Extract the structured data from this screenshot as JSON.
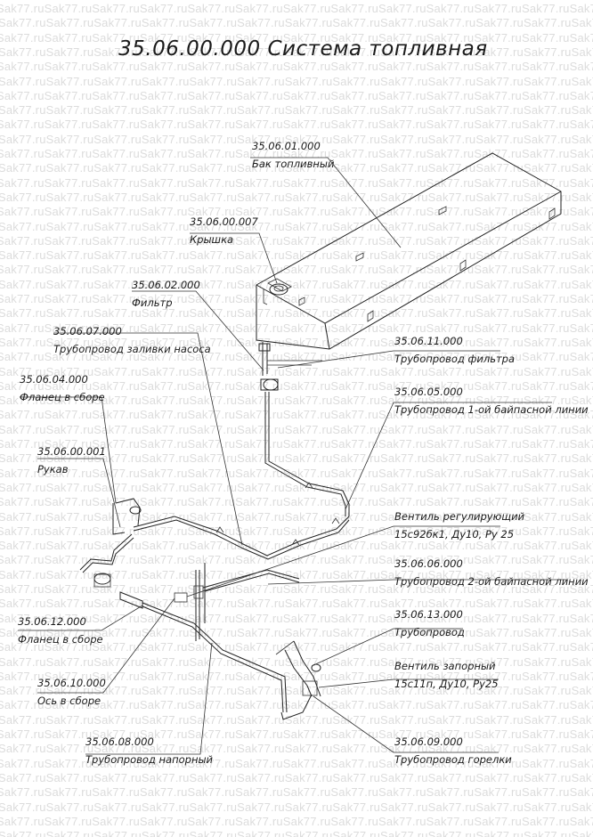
{
  "watermark": "Sak77.ru",
  "title": "35.06.00.000 Система топливная",
  "labels": [
    {
      "code": "35.06.01.000",
      "name": "Бак топливный"
    },
    {
      "code": "35.06.00.007",
      "name": "Крышка"
    },
    {
      "code": "35.06.02.000",
      "name": "Фильтр"
    },
    {
      "code": "35.06.07.000",
      "name": "Трубопровод заливки насоса"
    },
    {
      "code": "35.06.04.000",
      "name": "Фланец в сборе"
    },
    {
      "code": "35.06.00.001",
      "name": "Рукав"
    },
    {
      "code": "35.06.11.000",
      "name": "Трубопровод фильтра"
    },
    {
      "code": "35.06.05.000",
      "name": "Трубопровод 1-ой байпасной линии"
    },
    {
      "code": "Вентиль регулирующий",
      "name": "15с92бк1, Ду10, Ру 25"
    },
    {
      "code": "35.06.06.000",
      "name": "Трубопровод 2-ой байпасной линии"
    },
    {
      "code": "35.06.12.000",
      "name": "Фланец в сборе"
    },
    {
      "code": "35.06.13.000",
      "name": "Трубопровод"
    },
    {
      "code": "Вентиль запорный",
      "name": "15с11п, Ду10, Ру25"
    },
    {
      "code": "35.06.10.000",
      "name": "Ось в сборе"
    },
    {
      "code": "35.06.08.000",
      "name": "Трубопровод напорный"
    },
    {
      "code": "35.06.09.000",
      "name": "Трубопровод горелки"
    }
  ]
}
